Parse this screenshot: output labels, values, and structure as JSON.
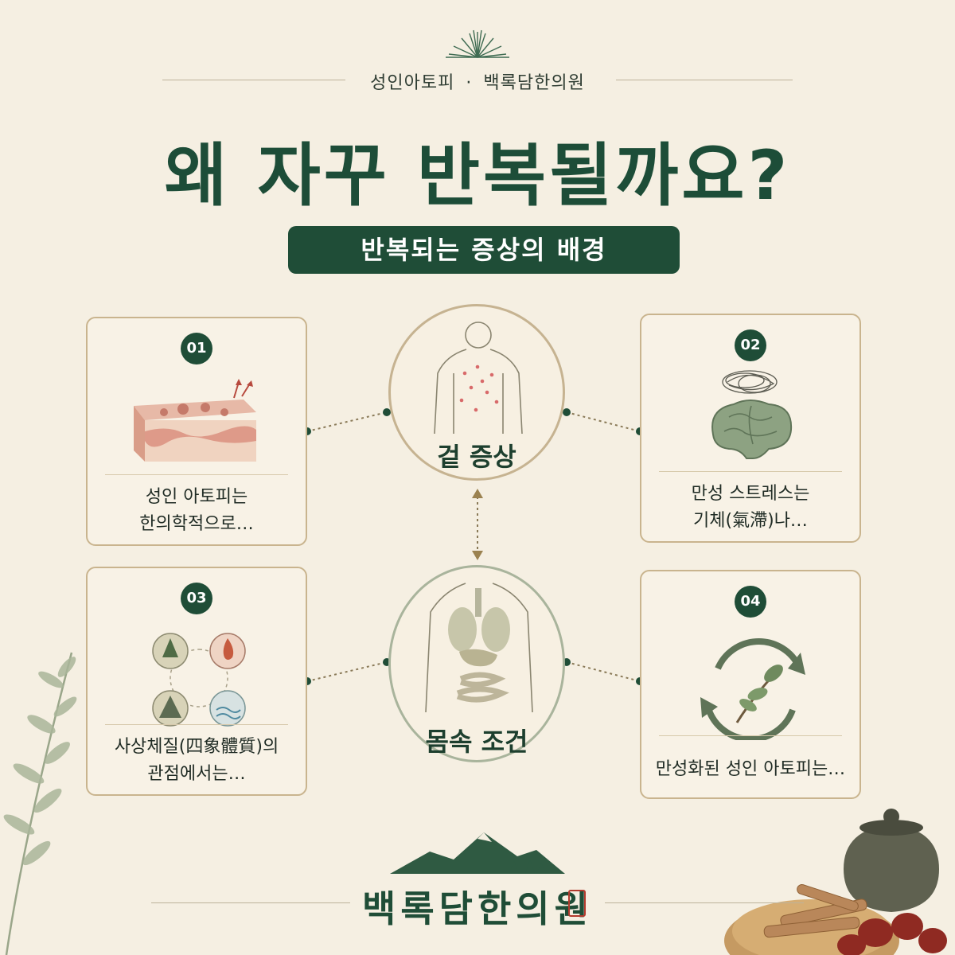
{
  "header": {
    "category": "성인아토피",
    "clinic": "백록담한의원",
    "title": "왜 자꾸 반복될까요?",
    "section_label": "반복되는 증상의 배경"
  },
  "cards": [
    {
      "number": "01",
      "line1": "성인 아토피는",
      "line2": "한의학적으로…",
      "icon": "skin-layer-icon"
    },
    {
      "number": "02",
      "line1": "만성 스트레스는",
      "line2": "기체(氣滯)나…",
      "icon": "brain-icon"
    },
    {
      "number": "03",
      "line1": "사상체질(四象體質)의",
      "line2": "관점에서는…",
      "icon": "four-elements-icon"
    },
    {
      "number": "04",
      "line1": "만성화된 성인 아토피는…",
      "line2": "",
      "icon": "cycle-leaf-icon"
    }
  ],
  "center": {
    "top_label": "겉 증상",
    "bottom_label": "몸속 조건"
  },
  "footer": {
    "brand": "백록담한의원"
  },
  "colors": {
    "background": "#f5efe2",
    "primary_green": "#1f4d37",
    "card_border": "#c9b48e",
    "accent_red": "#b23b2e"
  }
}
